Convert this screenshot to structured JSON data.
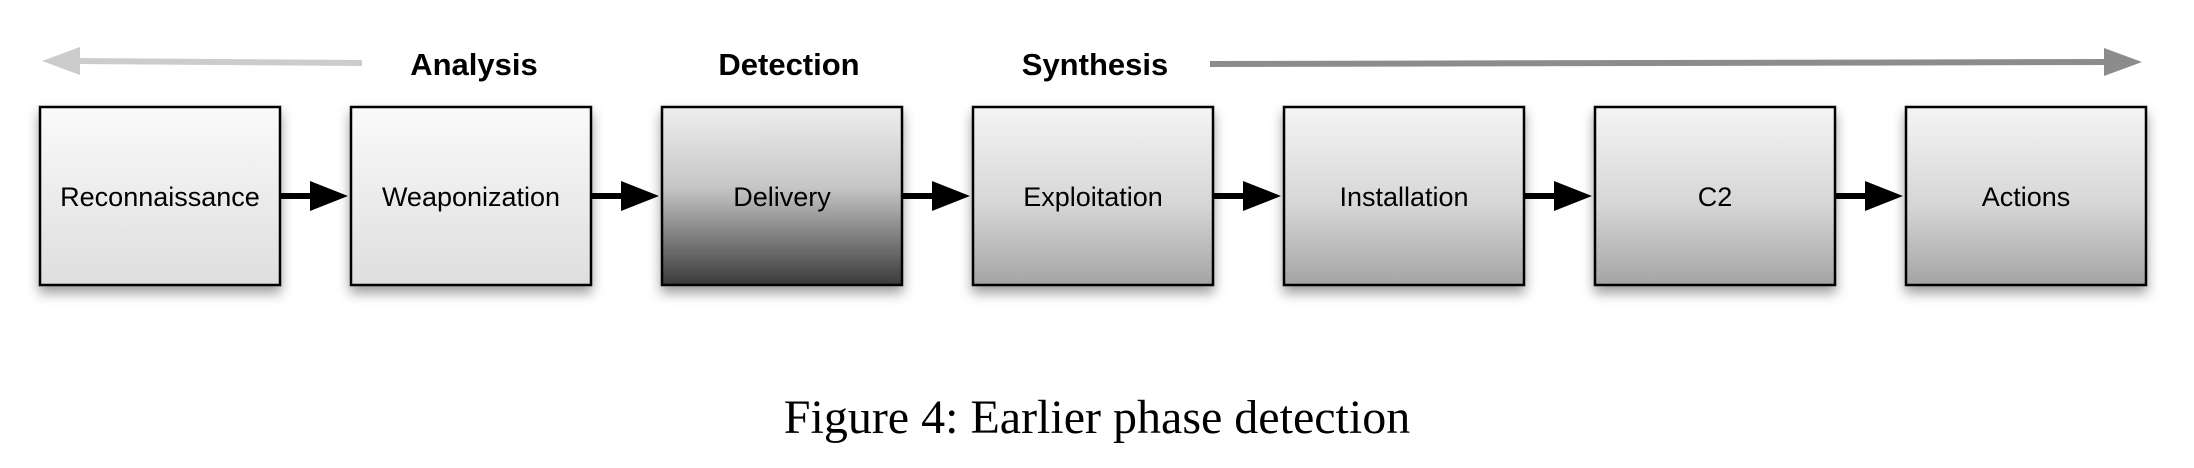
{
  "diagram": {
    "phases": [
      {
        "id": "analysis",
        "label": "Analysis"
      },
      {
        "id": "detection",
        "label": "Detection"
      },
      {
        "id": "synthesis",
        "label": "Synthesis"
      }
    ],
    "stages": [
      {
        "id": "reconnaissance",
        "label": "Reconnaissance",
        "shade": "light"
      },
      {
        "id": "weaponization",
        "label": "Weaponization",
        "shade": "light"
      },
      {
        "id": "delivery",
        "label": "Delivery",
        "shade": "dark"
      },
      {
        "id": "exploitation",
        "label": "Exploitation",
        "shade": "medium"
      },
      {
        "id": "installation",
        "label": "Installation",
        "shade": "medium"
      },
      {
        "id": "c2",
        "label": "C2",
        "shade": "medium"
      },
      {
        "id": "actions",
        "label": "Actions",
        "shade": "medium"
      }
    ],
    "colors": {
      "backward_arrow": "#cccccc",
      "forward_arrow": "#8c8c8c",
      "box_border": "#000000"
    }
  },
  "caption": "Figure 4: Earlier phase detection"
}
